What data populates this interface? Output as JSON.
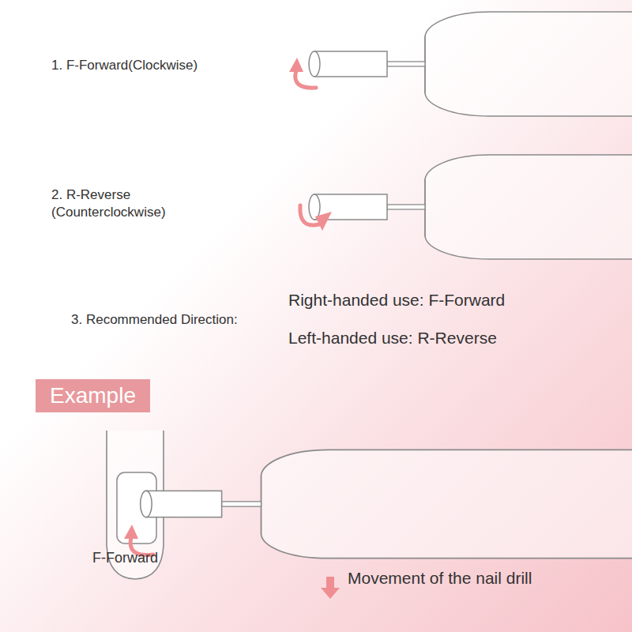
{
  "diagram": {
    "nodes": [
      {
        "text": [
          "Example"
        ]
      }
    ],
    "labels": [
      "1. F-Forward(Clockwise)",
      "2. R-Reverse (Counterclockwise)",
      "3. Recommended Direction:",
      "Right-handed use: F-Forward",
      "Left-handed use: R-Reverse",
      "F-Forward",
      "Movement of the nail drill"
    ]
  }
}
